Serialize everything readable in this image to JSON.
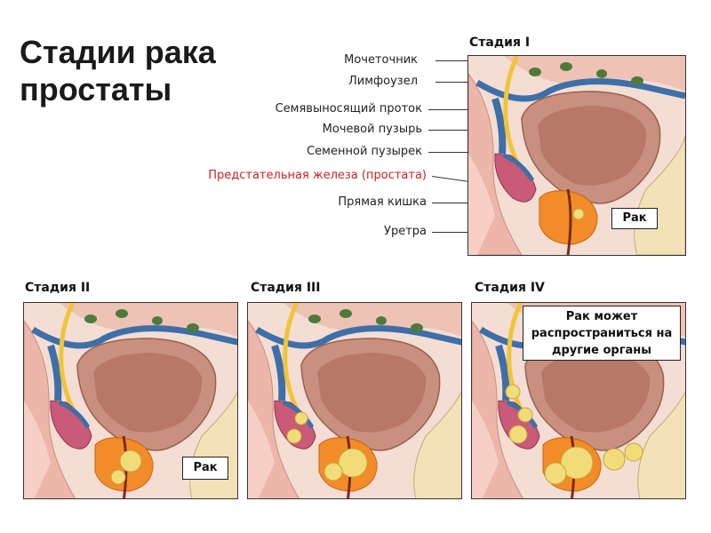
{
  "title": "Стадии рака простаты",
  "labels": [
    "Мочеточник",
    "Лимфоузел",
    "Семявыносящий проток",
    "Мочевой пузырь",
    "Семенной пузырек",
    "Предстательная железа (простата)",
    "Прямая кишка",
    "Уретра"
  ],
  "stages": {
    "s1": "Стадия I",
    "s2": "Стадия II",
    "s3": "Стадия III",
    "s4": "Стадия IV"
  },
  "callouts": {
    "cancer": "Рак",
    "metastasis": "Рак может распространиться на другие органы"
  },
  "colors": {
    "accent_label": "#cc2222",
    "tissue": "#f1c9bd",
    "bladder": "#c98f7f",
    "prostate": "#f28c28",
    "vessel_blue": "#3d6fa8",
    "lymph_green": "#4f7a3a",
    "seminal_vesicle": "#c95a78",
    "ureter_yellow": "#f0c43a",
    "tumor": "#f2dc7a"
  }
}
